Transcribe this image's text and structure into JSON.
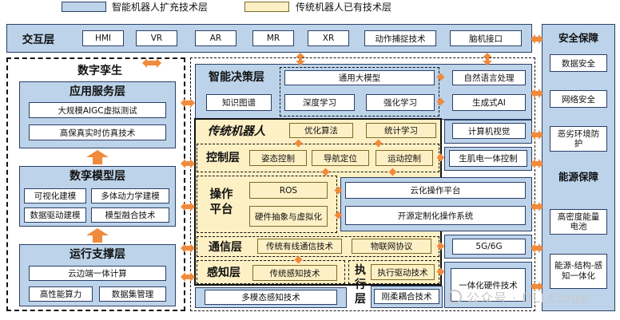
{
  "legend": {
    "expand": "智能机器人扩充技术层",
    "existing": "传统机器人已有技术层"
  },
  "interaction": {
    "title": "交互层",
    "items": [
      "HMI",
      "VR",
      "AR",
      "MR",
      "XR",
      "动作捕捉技术",
      "脑机接口"
    ]
  },
  "digital_twin": {
    "title": "数字孪生",
    "app_layer": {
      "title": "应用服务层",
      "items": [
        "大规模AIGC虚拟测试",
        "高保真实时仿真技术"
      ]
    },
    "model_layer": {
      "title": "数孪模型层",
      "items": [
        "可视化建模",
        "多体动力学建模",
        "数据驱动建模",
        "模型融合技术"
      ]
    },
    "support_layer": {
      "title": "运行支撑层",
      "items": [
        "云边端一体计算",
        "高性能算力",
        "数据集管理"
      ]
    }
  },
  "decision": {
    "title": "智能决策层",
    "items": [
      "通用大模型",
      "自然语言处理",
      "知识图谱",
      "深度学习",
      "强化学习",
      "生成式AI",
      "计算机视觉"
    ]
  },
  "traditional": {
    "title": "传统机器人",
    "items": [
      "优化算法",
      "统计学习"
    ]
  },
  "control": {
    "title": "控制层",
    "items": [
      "姿态控制",
      "导航定位",
      "运动控制"
    ],
    "extra": "生肌电一体控制"
  },
  "os": {
    "title": "操作平台",
    "items": [
      "ROS",
      "硬件抽象与虚拟化"
    ],
    "ext": [
      "云化操作平台",
      "开源定制化操作系统"
    ]
  },
  "comm": {
    "title": "通信层",
    "items": [
      "传统有线通信技术",
      "物联网协议"
    ],
    "ext": "5G/6G"
  },
  "perception": {
    "title": "感知层",
    "item": "传统感知技术",
    "ext": "多模态感知技术"
  },
  "execution": {
    "title": "执行层",
    "item": "执行驱动技术",
    "ext1": "刚柔耦合技术",
    "ext2": "一体化硬件技术"
  },
  "right": {
    "security": {
      "title": "安全保障",
      "items": [
        "数据安全",
        "网络安全",
        "恶劣环境防护"
      ]
    },
    "energy": {
      "title": "能源保障",
      "items": [
        "高密度能量电池",
        "能源-结构-感知一体化"
      ]
    }
  },
  "watermark": "公众号 · DLLCloud",
  "colors": {
    "expand": "#bcd3ea",
    "existing": "#fdf0c4",
    "arrow": "#f08a3c",
    "border": "#2b3f66"
  }
}
